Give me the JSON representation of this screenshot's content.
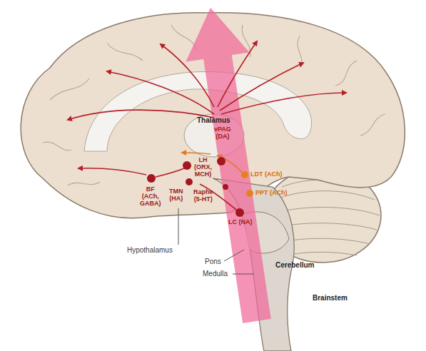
{
  "diagram": {
    "labels": [
      "Thalamus",
      "vPAG (DA)",
      "LH (ORX, MCH)",
      "BF (ACh, GABA)",
      "TMN (HA)",
      "Raphe (5-HT)",
      "LDT (ACh)",
      "PPT (ACh)",
      "LC (NA)",
      "Hypothalamus",
      "Pons",
      "Medulla",
      "Cerebellum",
      "Brainstem"
    ]
  }
}
